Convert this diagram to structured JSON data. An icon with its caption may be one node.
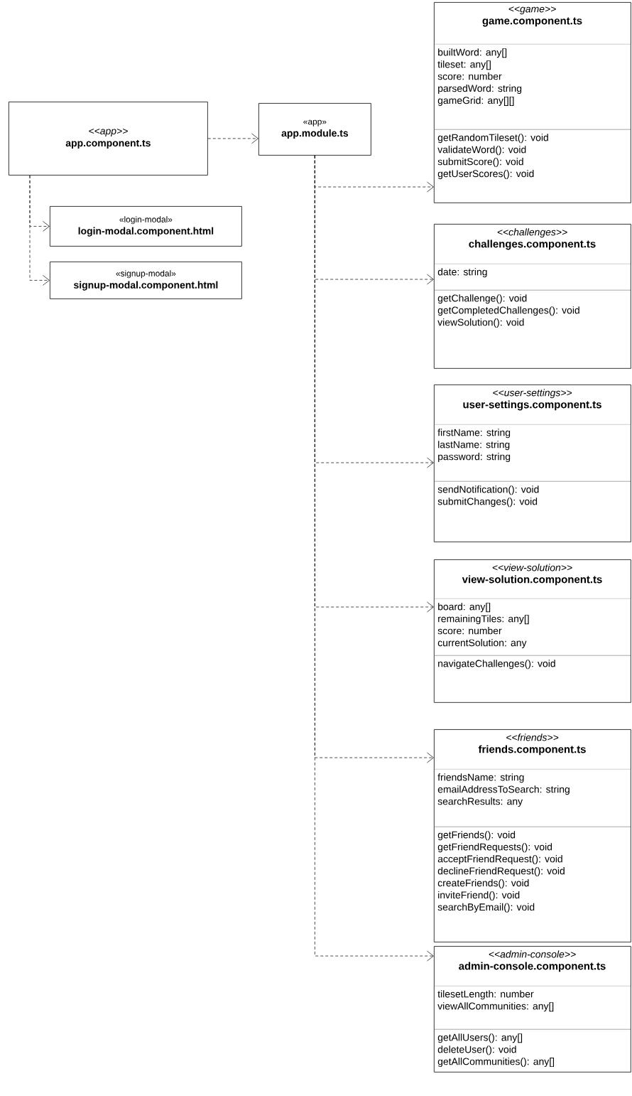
{
  "diagram": {
    "nodes": [
      {
        "text": [
          "<<app>>",
          "app.component.ts"
        ]
      },
      {
        "text": [
          "«app»",
          "app.module.ts"
        ]
      },
      {
        "text": [
          "«login-modal»",
          "login-modal.component.html"
        ]
      },
      {
        "text": [
          "«signup-modal»",
          "signup-modal.component.html"
        ]
      },
      {
        "text": [
          "<<game>>",
          "game.component.ts"
        ]
      },
      {
        "text": [
          "builtWord: any[]",
          "tileset: any[]",
          "score: number",
          "parsedWord: string",
          "gameGrid: any[][]"
        ],
        "in": 4
      },
      {
        "text": [
          "getRandomTileset(): void",
          "validateWord(): void",
          "submitScore(): void",
          "getUserScores(): void"
        ],
        "in": 4
      },
      {
        "text": [
          "<<challenges>>",
          "challenges.component.ts"
        ]
      },
      {
        "text": [
          "date: string"
        ],
        "in": 7
      },
      {
        "text": [
          "getChallenge(): void",
          "getCompletedChallenges(): void",
          "viewSolution(): void"
        ],
        "in": 7
      },
      {
        "text": [
          "<<user-settings>>",
          "user-settings.component.ts"
        ]
      },
      {
        "text": [
          "firstName: string",
          "lastName: string",
          "password: string"
        ],
        "in": 10
      },
      {
        "text": [
          "sendNotification(): void",
          "submitChanges(): void"
        ],
        "in": 10
      },
      {
        "text": [
          "<<view-solution>>",
          "view-solution.component.ts"
        ]
      },
      {
        "text": [
          "board: any[]",
          "remainingTiles: any[]",
          "score: number",
          "currentSolution: any"
        ],
        "in": 13
      },
      {
        "text": [
          "navigateChallenges(): void"
        ],
        "in": 13
      },
      {
        "text": [
          "<<friends>>",
          "friends.component.ts"
        ]
      },
      {
        "text": [
          "friendsName: string",
          "emailAddressToSearch: string",
          "searchResults: any"
        ],
        "in": 16
      },
      {
        "text": [
          "getFriends(): void",
          "getFriendRequests(): void",
          "acceptFriendRequest(): void",
          "declineFriendRequest(): void",
          "createFriends(): void",
          "inviteFriend(): void",
          "searchByEmail(): void"
        ],
        "in": 16
      },
      {
        "text": [
          "<<admin-console>>",
          "admin-console.component.ts"
        ]
      },
      {
        "text": [
          "tilesetLength: number",
          "viewAllCommunities: any[]"
        ],
        "in": 19
      },
      {
        "text": [
          "getAllUsers(): any[]",
          "deleteUser(): void",
          "getAllCommunities(): any[]"
        ],
        "in": 19
      }
    ],
    "edges": [
      {
        "from": 0,
        "to": 1,
        "arrow": "to",
        "style": "dashed"
      },
      {
        "from": 0,
        "to": 2,
        "arrow": "to",
        "style": "dashed"
      },
      {
        "from": 0,
        "to": 3,
        "arrow": "to",
        "style": "dashed"
      },
      {
        "from": 1,
        "to": 4,
        "arrow": "to",
        "style": "dashed"
      },
      {
        "from": 1,
        "to": 7,
        "arrow": "to",
        "style": "dashed"
      },
      {
        "from": 1,
        "to": 10,
        "arrow": "to",
        "style": "dashed"
      },
      {
        "from": 1,
        "to": 13,
        "arrow": "to",
        "style": "dashed"
      },
      {
        "from": 1,
        "to": 16,
        "arrow": "to",
        "style": "dashed"
      },
      {
        "from": 1,
        "to": 19,
        "arrow": "to",
        "style": "dashed"
      }
    ]
  }
}
